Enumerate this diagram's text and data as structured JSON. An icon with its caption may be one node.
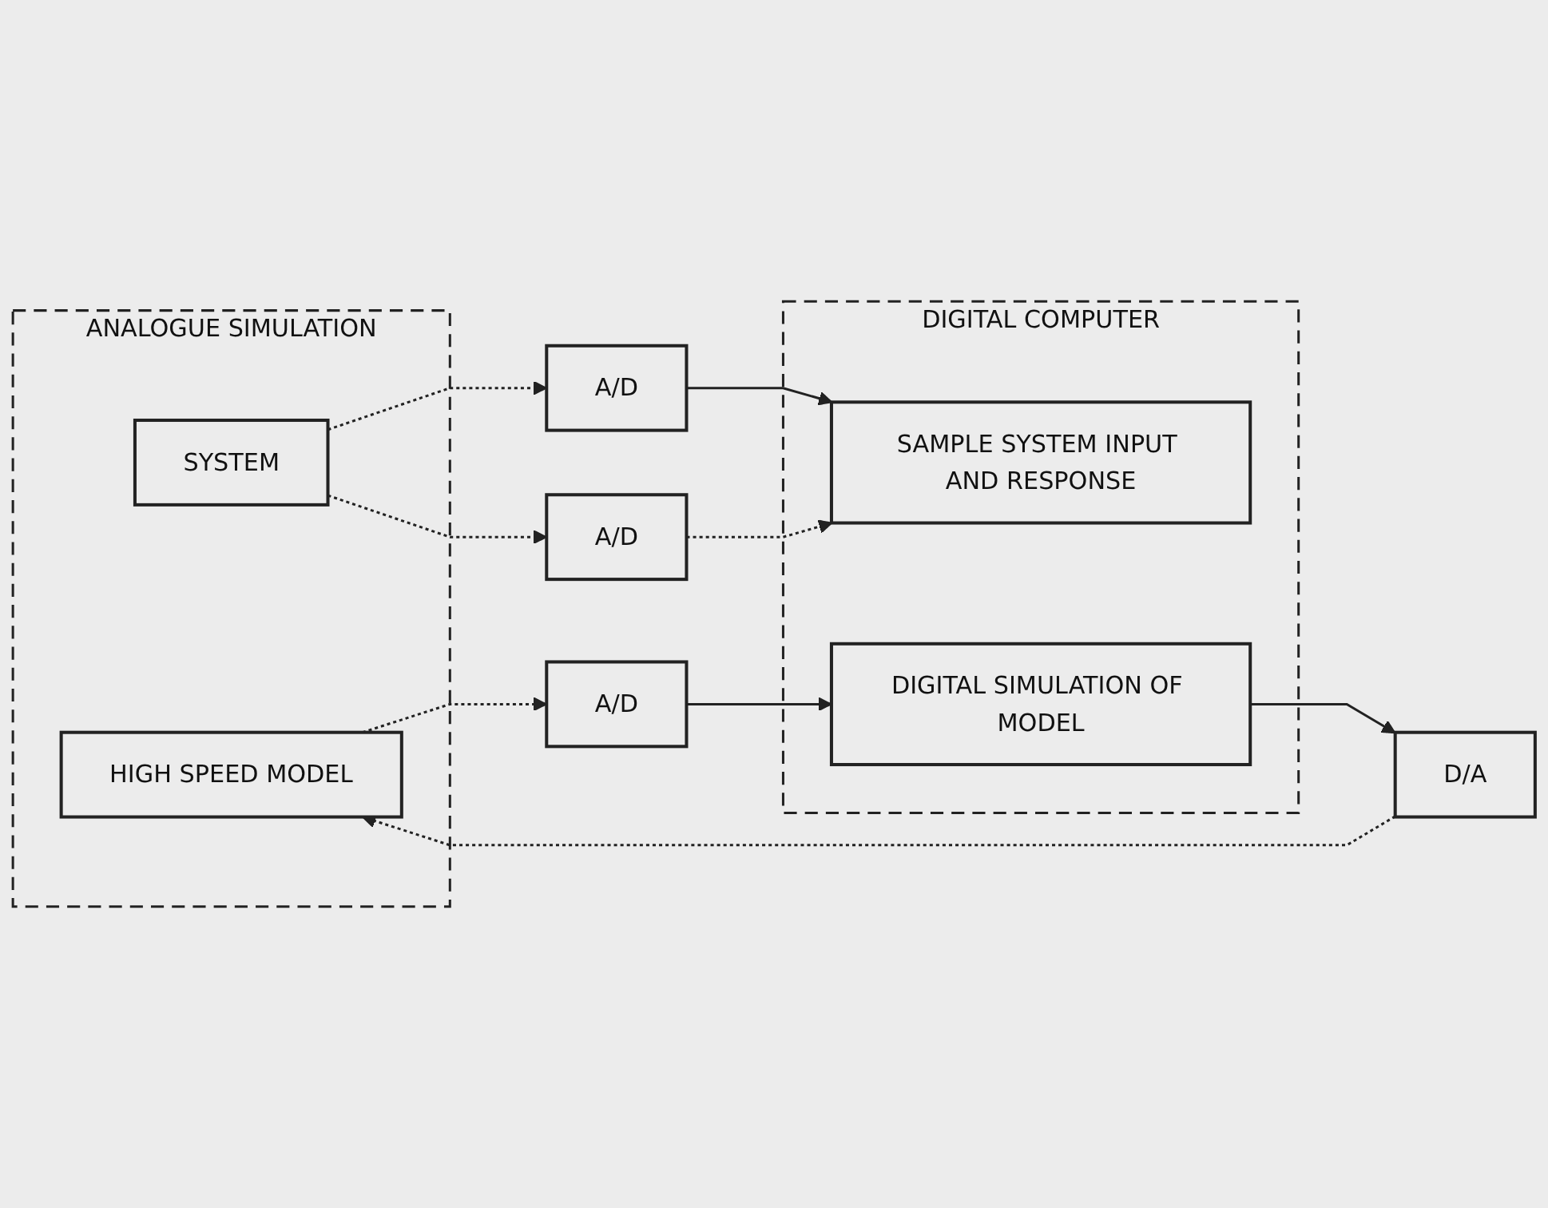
{
  "diagram": {
    "nodes": [
      {
        "text": [
          "ANALOGUE SIMULATION"
        ]
      },
      {
        "text": [
          "A/D"
        ]
      },
      {
        "text": [
          "SYSTEM"
        ],
        "in": 0
      },
      {
        "text": [
          "A/D"
        ]
      },
      {
        "text": [
          "HIGH SPEED MODEL"
        ],
        "in": 0
      },
      {
        "text": [
          "A/D"
        ]
      },
      {
        "text": [
          "DIGITAL COMPUTER"
        ]
      },
      {
        "text": [
          "SAMPLE SYSTEM INPUT AND RESPONSE"
        ],
        "in": 6
      },
      {
        "text": [
          "D/A"
        ]
      },
      {
        "text": [
          "DIGITAL SIMULATION OF MODEL"
        ],
        "in": 6
      }
    ],
    "edges": [
      {
        "from": 2,
        "to": 1,
        "arrow": "to",
        "style": "dashed"
      },
      {
        "from": 2,
        "to": 3,
        "arrow": "to",
        "style": "dashed"
      },
      {
        "from": 4,
        "to": 5,
        "arrow": "to",
        "style": "dashed"
      },
      {
        "from": 8,
        "to": 4,
        "arrow": "to",
        "style": "dashed"
      },
      {
        "from": 1,
        "to": 7,
        "arrow": "to"
      },
      {
        "from": 3,
        "to": 7,
        "arrow": "to",
        "style": "dashed"
      },
      {
        "from": 5,
        "to": 9,
        "arrow": "to"
      },
      {
        "from": 9,
        "to": 8,
        "arrow": "to"
      }
    ]
  }
}
